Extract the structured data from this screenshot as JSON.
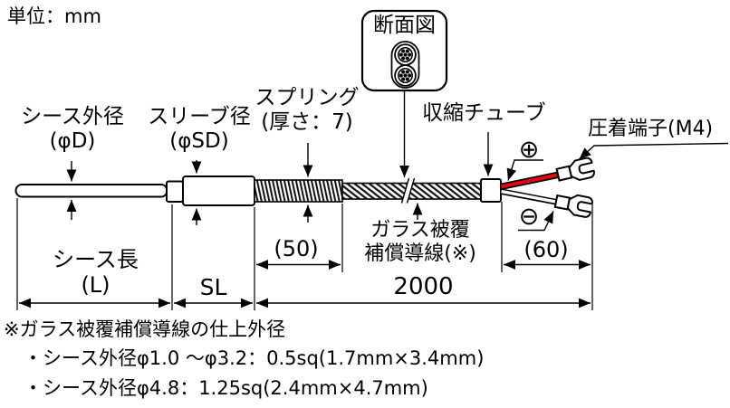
{
  "unit_label": "単位：mm",
  "section_view": {
    "title": "断面図"
  },
  "component_labels": {
    "sheath_od_line1": "シース外径",
    "sheath_od_line2": "(φD)",
    "sleeve_dia_line1": "スリーブ径",
    "sleeve_dia_line2": "(φSD)",
    "spring_line1": "スプリング",
    "spring_line2": "(厚さ：7)",
    "shrink_tube": "収縮チューブ",
    "crimp_terminal": "圧着端子(M4)",
    "comp_wire_line1": "ガラス被覆",
    "comp_wire_line2": "補償導線(※)",
    "polarity_plus": "⊕",
    "polarity_minus": "⊖"
  },
  "dimensions": {
    "sheath_length_line1": "シース長",
    "sheath_length_line2": "(L)",
    "sleeve_length": "SL",
    "lead_length": "2000",
    "spring_length": "(50)",
    "terminal_lead_length": "(60)"
  },
  "notes": {
    "title": "※ガラス被覆補償導線の仕上外径",
    "items": [
      "・シース外径φ1.0 ～φ3.2：0.5sq(1.7mm×3.4mm)",
      "・シース外径φ4.8：1.25sq(2.4mm×4.7mm)"
    ]
  },
  "colors": {
    "positive_wire": "#e60012",
    "line_color": "#000000"
  }
}
